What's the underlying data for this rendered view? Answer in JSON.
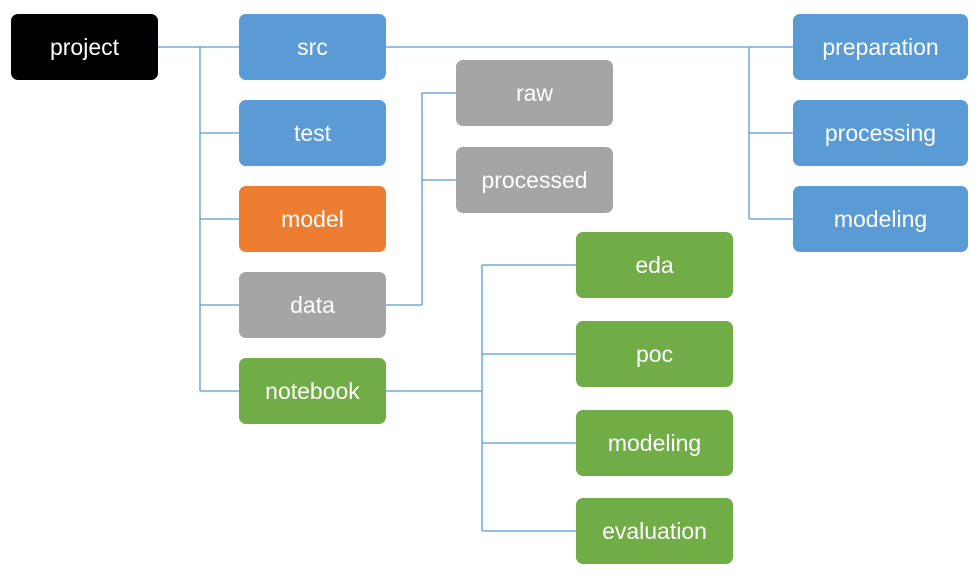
{
  "colors": {
    "black": "#000000",
    "blue": "#5b9bd5",
    "orange": "#ed7d31",
    "gray": "#a5a5a5",
    "green": "#70ad47",
    "connector": "#5b9bd5"
  },
  "nodes": {
    "project": {
      "label": "project",
      "color": "#000000"
    },
    "src": {
      "label": "src",
      "color": "#5b9bd5"
    },
    "test": {
      "label": "test",
      "color": "#5b9bd5"
    },
    "model": {
      "label": "model",
      "color": "#ed7d31"
    },
    "data": {
      "label": "data",
      "color": "#a5a5a5"
    },
    "notebook": {
      "label": "notebook",
      "color": "#70ad47"
    },
    "raw": {
      "label": "raw",
      "color": "#a5a5a5"
    },
    "processed": {
      "label": "processed",
      "color": "#a5a5a5"
    },
    "preparation": {
      "label": "preparation",
      "color": "#5b9bd5"
    },
    "processing": {
      "label": "processing",
      "color": "#5b9bd5"
    },
    "modeling_src": {
      "label": "modeling",
      "color": "#5b9bd5"
    },
    "eda": {
      "label": "eda",
      "color": "#70ad47"
    },
    "poc": {
      "label": "poc",
      "color": "#70ad47"
    },
    "modeling_nb": {
      "label": "modeling",
      "color": "#70ad47"
    },
    "evaluation": {
      "label": "evaluation",
      "color": "#70ad47"
    }
  },
  "edges": [
    {
      "from": "project",
      "to": "src"
    },
    {
      "from": "project",
      "to": "test"
    },
    {
      "from": "project",
      "to": "model"
    },
    {
      "from": "project",
      "to": "data"
    },
    {
      "from": "project",
      "to": "notebook"
    },
    {
      "from": "src",
      "to": "preparation"
    },
    {
      "from": "src",
      "to": "processing"
    },
    {
      "from": "src",
      "to": "modeling_src"
    },
    {
      "from": "data",
      "to": "raw"
    },
    {
      "from": "data",
      "to": "processed"
    },
    {
      "from": "notebook",
      "to": "eda"
    },
    {
      "from": "notebook",
      "to": "poc"
    },
    {
      "from": "notebook",
      "to": "modeling_nb"
    },
    {
      "from": "notebook",
      "to": "evaluation"
    }
  ]
}
